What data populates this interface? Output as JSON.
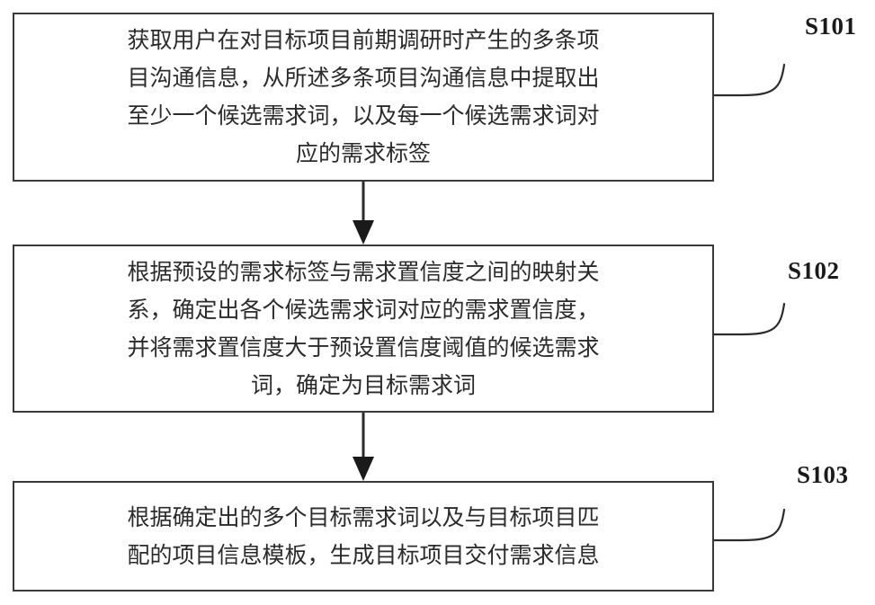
{
  "diagram": {
    "type": "flowchart",
    "orientation": "vertical",
    "title": "",
    "colors": {
      "box_border": "#3a3a3a",
      "box_fill": "#ffffff",
      "text": "#2b2b2b",
      "connector": "#2b2b2b",
      "label_text": "#1a1a1a",
      "background": "#ffffff"
    },
    "steps": [
      {
        "id": "S101",
        "label": "S101",
        "text": "获取用户在对目标项目前期调研时产生的多条项\n目沟通信息，从所述多条项目沟通信息中提取出\n至少一个候选需求词，以及每一个候选需求词对\n应的需求标签",
        "lines": [
          "获取用户在对目标项目前期调研时产生的多条项",
          "目沟通信息，从所述多条项目沟通信息中提取出",
          "至少一个候选需求词，以及每一个候选需求词对",
          "应的需求标签"
        ]
      },
      {
        "id": "S102",
        "label": "S102",
        "text": "根据预设的需求标签与需求置信度之间的映射关\n系，确定出各个候选需求词对应的需求置信度，\n并将需求置信度大于预设置信度阈值的候选需求\n词，确定为目标需求词",
        "lines": [
          "根据预设的需求标签与需求置信度之间的映射关",
          "系，确定出各个候选需求词对应的需求置信度，",
          "并将需求置信度大于预设置信度阈值的候选需求",
          "词，确定为目标需求词"
        ]
      },
      {
        "id": "S103",
        "label": "S103",
        "text": "根据确定出的多个目标需求词以及与目标项目匹\n配的项目信息模板，生成目标项目交付需求信息",
        "lines": [
          "根据确定出的多个目标需求词以及与目标项目匹",
          "配的项目信息模板，生成目标项目交付需求信息"
        ]
      }
    ],
    "connectors": [
      {
        "name": "arrow-s101-to-s102",
        "from": "S101",
        "to": "S102",
        "style": "solid-arrow-down"
      },
      {
        "name": "arrow-s102-to-s103",
        "from": "S102",
        "to": "S103",
        "style": "solid-arrow-down"
      },
      {
        "name": "leader-s101",
        "from": "S101",
        "to": "label-S101",
        "style": "curved-leader"
      },
      {
        "name": "leader-s102",
        "from": "S102",
        "to": "label-S102",
        "style": "curved-leader"
      },
      {
        "name": "leader-s103",
        "from": "S103",
        "to": "label-S103",
        "style": "curved-leader"
      }
    ]
  }
}
